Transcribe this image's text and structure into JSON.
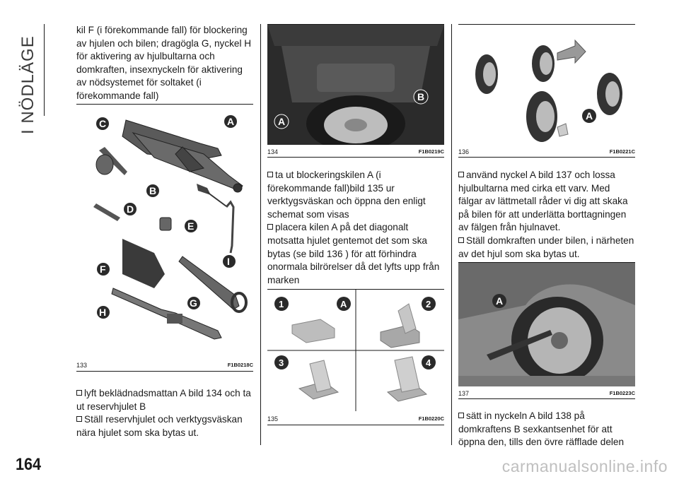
{
  "section_title": "I NÖDLÄGE",
  "page_number": "164",
  "watermark": "carmanualsonline.info",
  "col1": {
    "para": "kil F (i förekommande fall) för blockering av hjulen och bilen; dragögla G, nyckel H för aktivering av hjulbultarna och domkraften, insexnyckeln för aktivering av nödsystemet för soltaket (i förekommande fall)",
    "fig_num": "133",
    "fig_code": "F1B0218C",
    "fig_labels": [
      "C",
      "A",
      "B",
      "D",
      "E",
      "F",
      "I",
      "G",
      "H"
    ],
    "bullets": [
      "lyft beklädnadsmattan A bild 134 och ta ut reservhjulet B",
      "Ställ reservhjulet och verktygsväskan nära hjulet som ska bytas ut."
    ]
  },
  "col2": {
    "fig134_num": "134",
    "fig134_code": "F1B0219C",
    "fig134_labels": [
      "B",
      "A"
    ],
    "bullets": [
      "ta ut blockeringskilen A (i förekommande fall)bild 135 ur verktygsväskan och öppna den enligt schemat som visas",
      "placera kilen A på det diagonalt motsatta hjulet gentemot det som ska bytas (se bild 136 ) för att förhindra onormala bilrörelser då det lyfts upp från marken"
    ],
    "fig135_num": "135",
    "fig135_code": "F1B0220C",
    "fig135_labels": [
      "1",
      "A",
      "2",
      "3",
      "4"
    ]
  },
  "col3": {
    "fig136_num": "136",
    "fig136_code": "F1B0221C",
    "fig136_labels": [
      "A"
    ],
    "bullets": [
      "använd nyckel A bild 137 och lossa hjulbultarna med cirka ett varv. Med fälgar av lättmetall råder vi dig att skaka på bilen för att underlätta borttagningen av fälgen från hjulnavet.",
      "Ställ domkraften under bilen, i närheten av det hjul som ska bytas ut."
    ],
    "fig137_num": "137",
    "fig137_code": "F1B0223C",
    "fig137_labels": [
      "A"
    ],
    "bullets2": [
      "sätt in nyckeln A bild 138 på domkraftens B sexkantsenhet för att öppna den, tills den övre räfflade delen"
    ]
  }
}
